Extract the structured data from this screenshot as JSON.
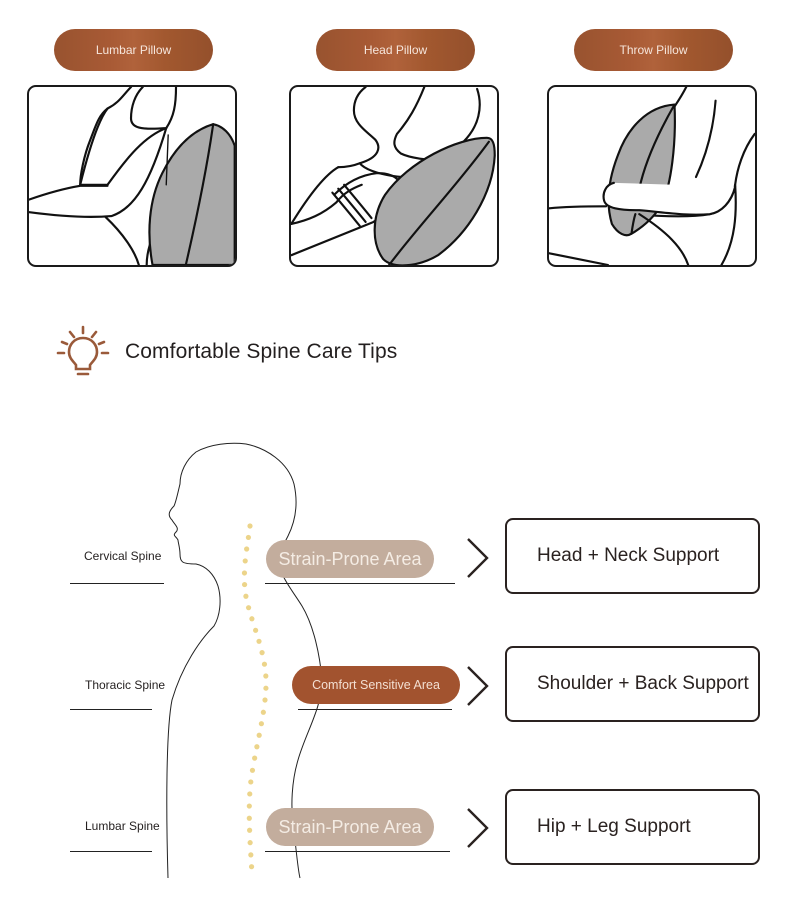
{
  "pillows": [
    {
      "label": "Lumbar Pillow",
      "icon": "lumbar-pillow-illustration"
    },
    {
      "label": "Head Pillow",
      "icon": "head-pillow-illustration"
    },
    {
      "label": "Throw Pillow",
      "icon": "throw-pillow-illustration"
    }
  ],
  "tips": {
    "title": "Comfortable Spine Care Tips",
    "icon": "lightbulb-icon"
  },
  "spine": [
    {
      "label": "Cervical Spine",
      "area": "Strain-Prone Area",
      "support": "Head + Neck Support"
    },
    {
      "label": "Thoracic Spine",
      "area": "Comfort Sensitive Area",
      "support": "Shoulder + Back Support"
    },
    {
      "label": "Lumbar Spine",
      "area": "Strain-Prone Area",
      "support": "Hip + Leg Support"
    }
  ],
  "colors": {
    "brand_brown": "#a2532f",
    "strain_beige": "#c3ad9d",
    "spine_dots": "#ecd48a",
    "pillow_gray": "#aaaaaa",
    "text_dark": "#231f1f"
  }
}
